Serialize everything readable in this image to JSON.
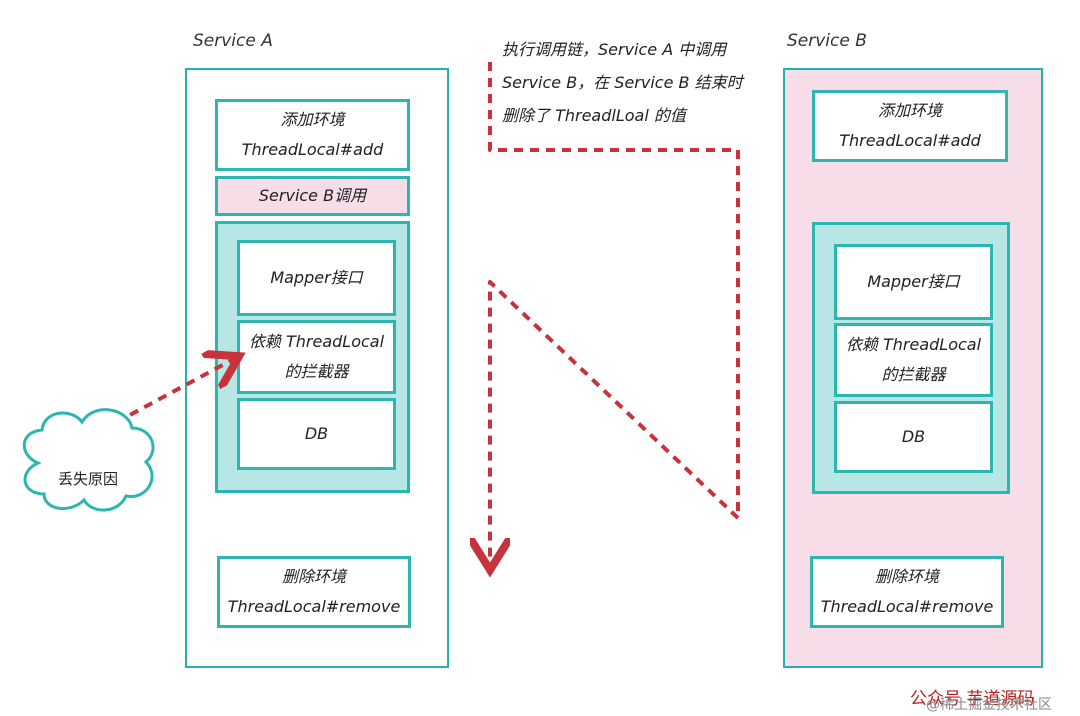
{
  "service_a": {
    "title": "Service A",
    "add_env": {
      "line1": "添加环境",
      "line2": "ThreadLocal#add"
    },
    "call_b": "Service B调用",
    "mapper": "Mapper接口",
    "interceptor": {
      "line1": "依赖 ThreadLocal",
      "line2": "的拦截器"
    },
    "db": "DB",
    "remove_env": {
      "line1": "删除环境",
      "line2": "ThreadLocal#remove"
    }
  },
  "service_b": {
    "title": "Service B",
    "add_env": {
      "line1": "添加环境",
      "line2": "ThreadLocal#add"
    },
    "mapper": "Mapper接口",
    "interceptor": {
      "line1": "依赖 ThreadLocal",
      "line2": "的拦截器"
    },
    "db": "DB",
    "remove_env": {
      "line1": "删除环境",
      "line2": "ThreadLocal#remove"
    }
  },
  "note": {
    "line1": "执行调用链，Service A 中调用",
    "line2": "Service B，在 Service B 结束时",
    "line3": "删除了 ThreadlLoal 的值"
  },
  "cloud": {
    "label": "丢失原因"
  },
  "watermark": {
    "main": "公众号  芋道源码",
    "sub": "@稀土掘金技术社区"
  },
  "colors": {
    "border": "#2cb6b0",
    "pink": "#f6dde8",
    "teal_fill": "#b8e6e4",
    "arrow": "#c8323c"
  }
}
